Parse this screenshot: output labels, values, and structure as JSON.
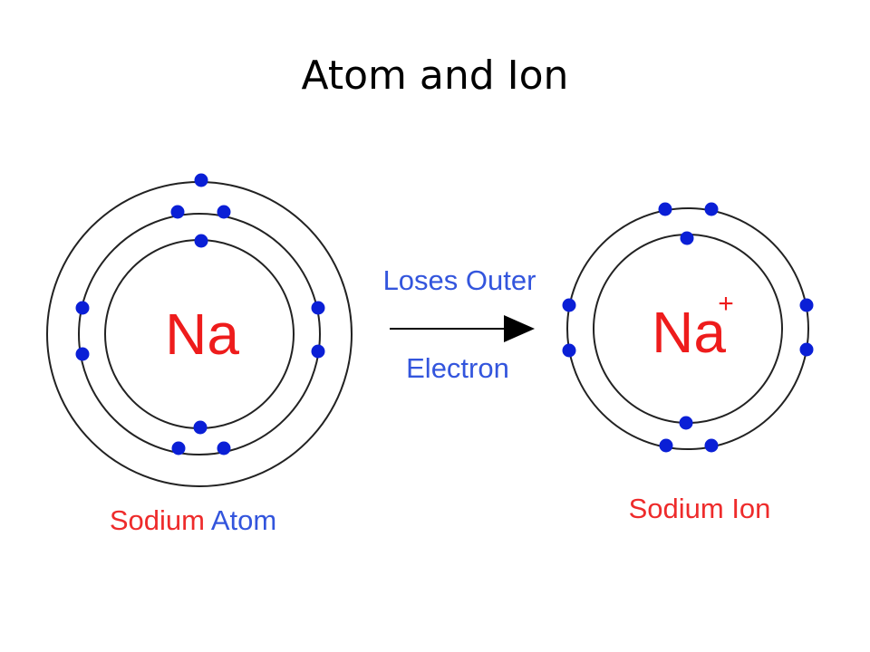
{
  "title": "Atom and Ion",
  "colors": {
    "symbol": "#ee1c1c",
    "electron": "#0a1fd6",
    "arrow_text": "#3355dd",
    "label_red": "#ee2b2b",
    "label_blue": "#3355dd",
    "shell": "#222222"
  },
  "atom": {
    "symbol": "Na",
    "label_part1": "Sodium ",
    "label_part2": "Atom",
    "shells": [
      {
        "electrons": 2
      },
      {
        "electrons": 8
      },
      {
        "electrons": 1
      }
    ]
  },
  "arrow": {
    "line1": "Loses Outer",
    "line2": "Electron"
  },
  "ion": {
    "symbol": "Na",
    "charge": "+",
    "label_part1": "Sodium ",
    "label_part2": "Ion",
    "shells": [
      {
        "electrons": 2
      },
      {
        "electrons": 8
      }
    ]
  }
}
